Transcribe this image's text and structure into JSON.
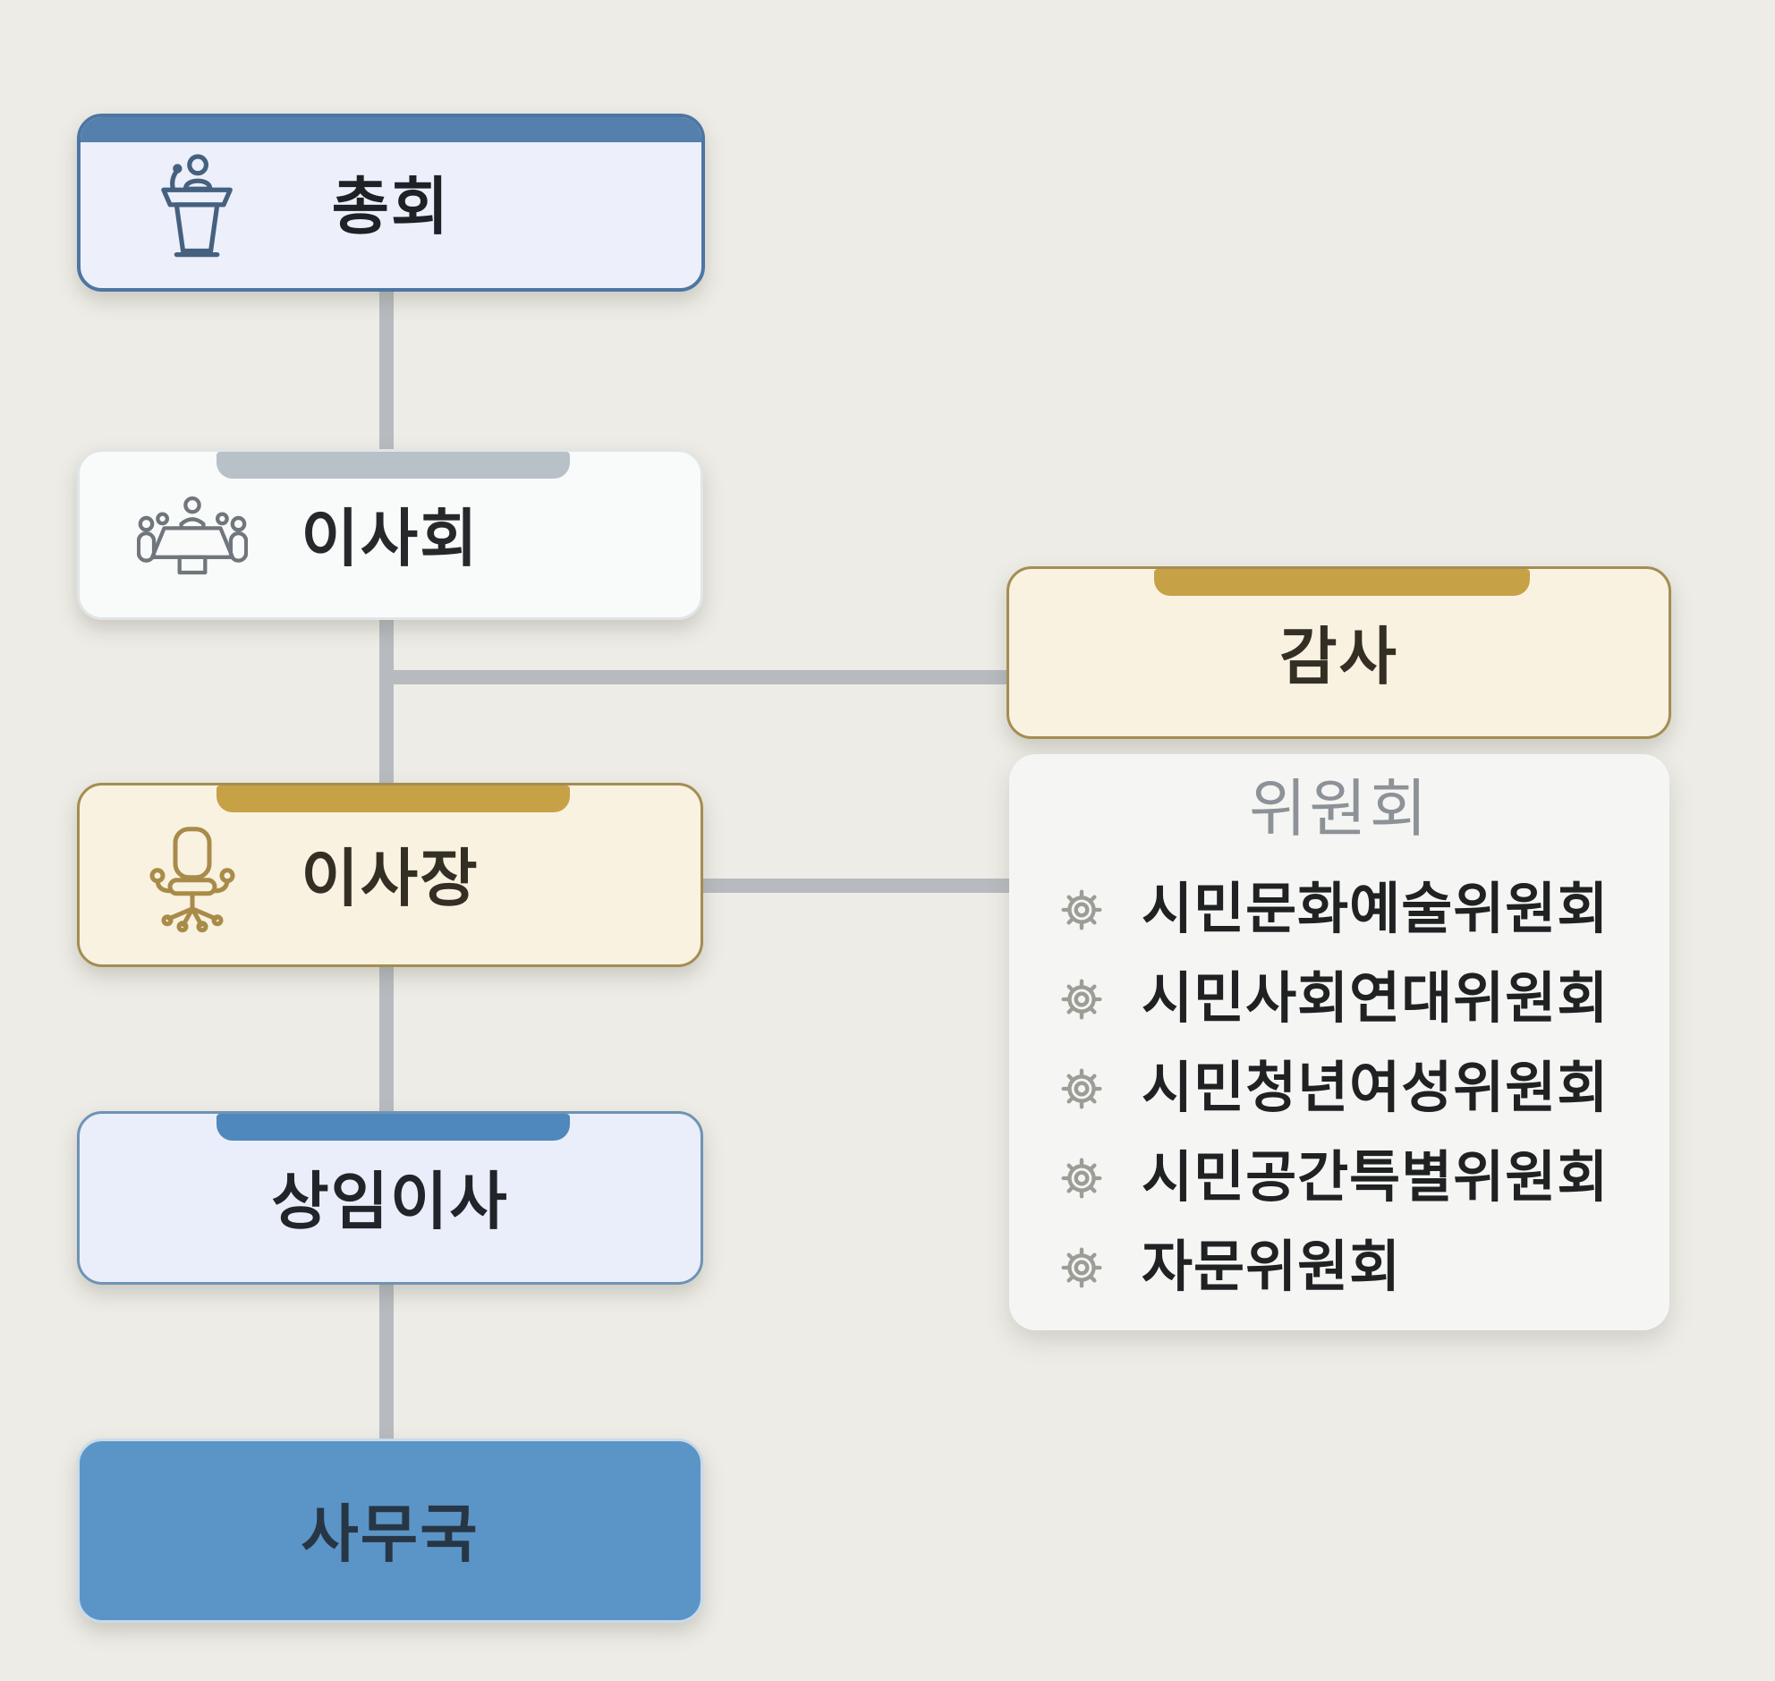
{
  "diagram": {
    "background_color": "#edece6",
    "connector_color": "#b7bbbf",
    "accent_colors": {
      "blue": "#5580ae",
      "gray": "#b8c1c8",
      "gold": "#c7a145",
      "solid_blue": "#5b95c7"
    },
    "nodes": {
      "general_assembly": {
        "label": "총회",
        "icon": "podium-icon"
      },
      "board": {
        "label": "이사회",
        "icon": "meeting-icon"
      },
      "auditor": {
        "label": "감사"
      },
      "chairman": {
        "label": "이사장",
        "icon": "chair-icon"
      },
      "executive": {
        "label": "상임이사"
      },
      "secretariat": {
        "label": "사무국"
      }
    },
    "committees": {
      "title": "위원회",
      "item_icon": "gear-icon",
      "items": [
        "시민문화예술위원회",
        "시민사회연대위원회",
        "시민청년여성위원회",
        "시민공간특별위원회",
        "자문위원회"
      ]
    }
  }
}
